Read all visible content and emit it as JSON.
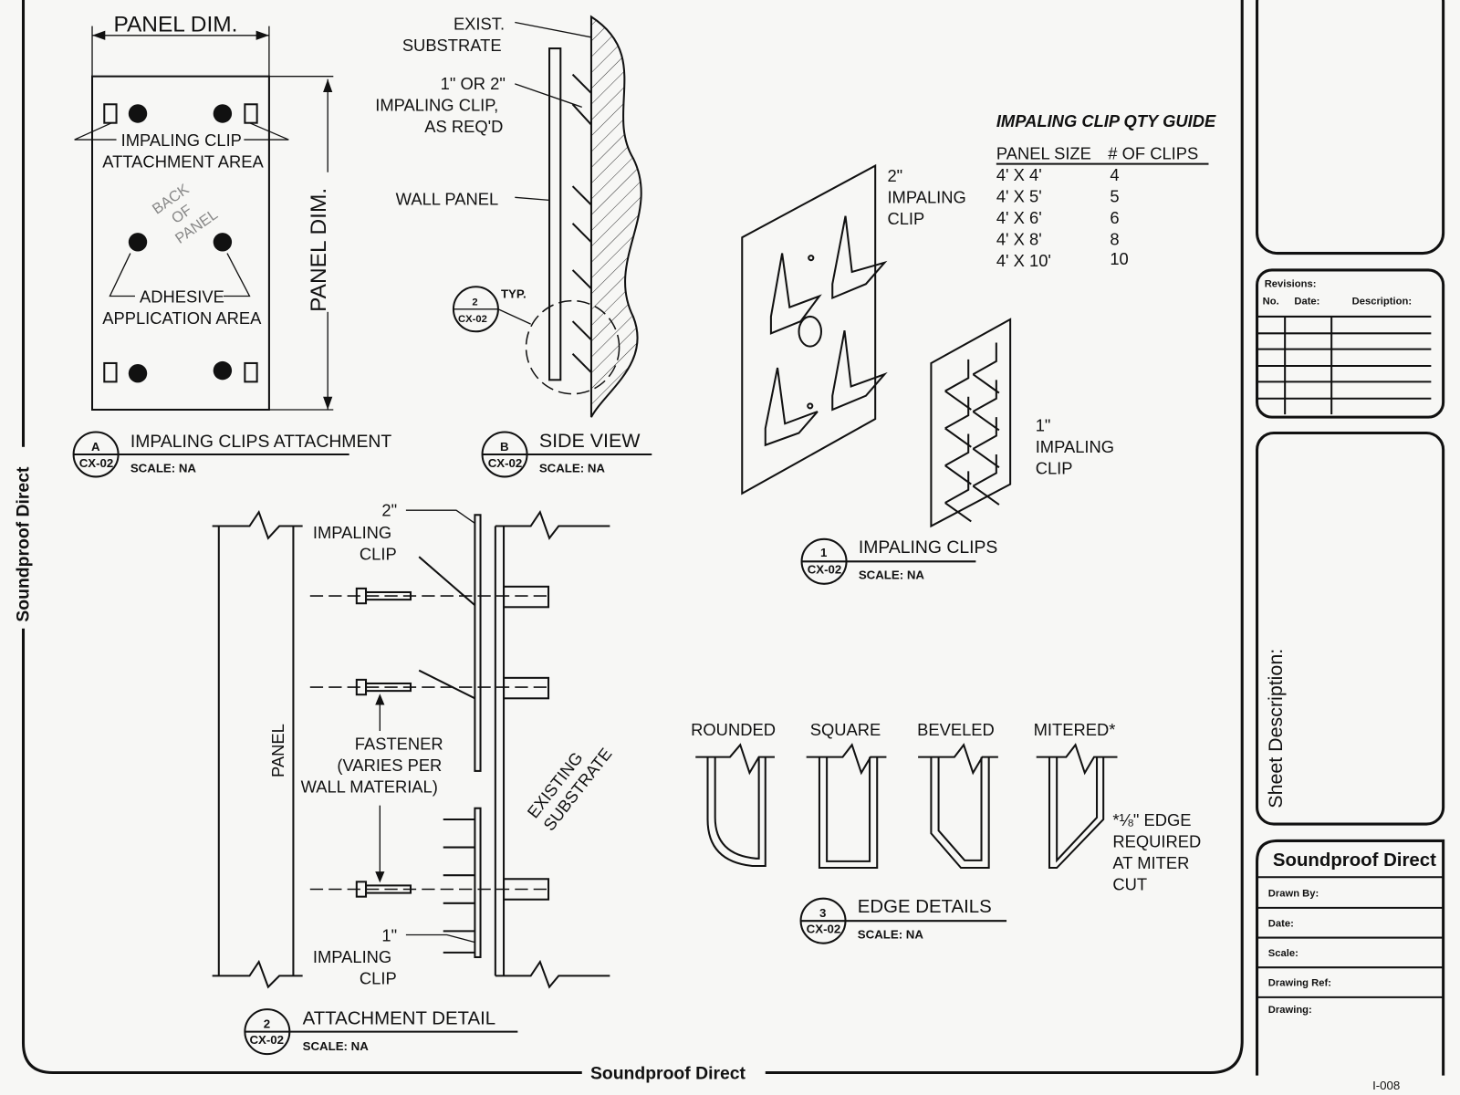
{
  "border": {
    "brand_left": "Soundproof Direct",
    "brand_bottom": "Soundproof Direct"
  },
  "detail_a": {
    "dim_top": "PANEL DIM.",
    "dim_side": "PANEL DIM.",
    "clip_area": [
      "IMPALING CLIP",
      "ATTACHMENT AREA"
    ],
    "back_of_panel": [
      "BACK",
      "OF",
      "PANEL"
    ],
    "adhesive_area": [
      "ADHESIVE",
      "APPLICATION AREA"
    ],
    "callout_id": "A",
    "callout_sheet": "CX-02",
    "title": "IMPALING CLIPS ATTACHMENT",
    "scale": "SCALE: NA"
  },
  "detail_b": {
    "substrate": [
      "EXIST.",
      "SUBSTRATE"
    ],
    "clip": [
      "1\" OR 2\"",
      "IMPALING CLIP,",
      "AS REQ'D"
    ],
    "wall_panel": "WALL PANEL",
    "ref_id": "2",
    "ref_sheet": "CX-02",
    "typ": "TYP.",
    "callout_id": "B",
    "callout_sheet": "CX-02",
    "title": "SIDE VIEW",
    "scale": "SCALE: NA"
  },
  "detail_1": {
    "clip2": [
      "2\"",
      "IMPALING",
      "CLIP"
    ],
    "clip1": [
      "1\"",
      "IMPALING",
      "CLIP"
    ],
    "callout_id": "1",
    "callout_sheet": "CX-02",
    "title": "IMPALING CLIPS",
    "scale": "SCALE: NA"
  },
  "qty_guide": {
    "title": "IMPALING CLIP QTY GUIDE",
    "headers": [
      "PANEL SIZE",
      "# OF CLIPS"
    ],
    "rows": [
      [
        "4' X 4'",
        "4"
      ],
      [
        "4' X 5'",
        "5"
      ],
      [
        "4' X 6'",
        "6"
      ],
      [
        "4' X 8'",
        "8"
      ],
      [
        "4' X 10'",
        "10"
      ]
    ]
  },
  "detail_2": {
    "clip2": [
      "2\"",
      "IMPALING",
      "CLIP"
    ],
    "panel": "PANEL",
    "fastener": [
      "FASTENER",
      "(VARIES PER",
      "WALL MATERIAL)"
    ],
    "substrate": [
      "EXISTING",
      "SUBSTRATE"
    ],
    "clip1": [
      "1\"",
      "IMPALING",
      "CLIP"
    ],
    "callout_id": "2",
    "callout_sheet": "CX-02",
    "title": "ATTACHMENT DETAIL",
    "scale": "SCALE: NA"
  },
  "detail_3": {
    "profiles": [
      "ROUNDED",
      "SQUARE",
      "BEVELED",
      "MITERED*"
    ],
    "note": [
      "*⅛\" EDGE",
      "REQUIRED",
      "AT MITER",
      "CUT"
    ],
    "callout_id": "3",
    "callout_sheet": "CX-02",
    "title": "EDGE DETAILS",
    "scale": "SCALE: NA"
  },
  "revisions": {
    "title": "Revisions:",
    "headers": [
      "No.",
      "Date:",
      "Description:"
    ]
  },
  "sheet_description": "Sheet Description:",
  "title_block": {
    "company": "Soundproof Direct",
    "fields": [
      "Drawn By:",
      "Date:",
      "Scale:",
      "Drawing Ref:",
      "Drawing:"
    ],
    "sheet_number": "I-008"
  }
}
